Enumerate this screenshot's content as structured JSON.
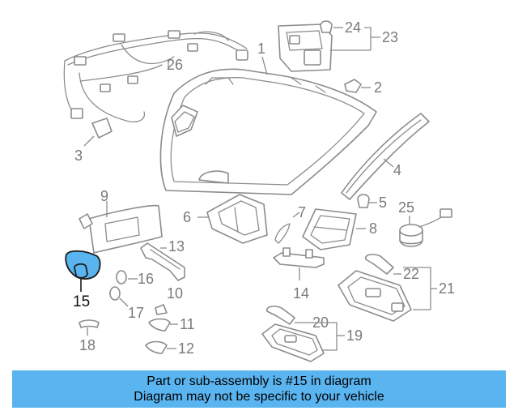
{
  "colors": {
    "highlight": "#5ab4f0",
    "line": "#8c8c8c",
    "callout_text": "#7a7a7a"
  },
  "callouts": {
    "c1": "1",
    "c2": "2",
    "c3": "3",
    "c4": "4",
    "c5": "5",
    "c6": "6",
    "c7": "7",
    "c8": "8",
    "c9": "9",
    "c10": "10",
    "c11": "11",
    "c12": "12",
    "c13": "13",
    "c14": "14",
    "c15": "15",
    "c16": "16",
    "c17": "17",
    "c18": "18",
    "c19": "19",
    "c20": "20",
    "c21": "21",
    "c22": "22",
    "c23": "23",
    "c24": "24",
    "c25": "25",
    "c26": "26"
  },
  "highlighted_part": "15",
  "banner": {
    "line1": "Part or sub-assembly is #15 in diagram",
    "line2": "Diagram may not be specific to your vehicle"
  }
}
